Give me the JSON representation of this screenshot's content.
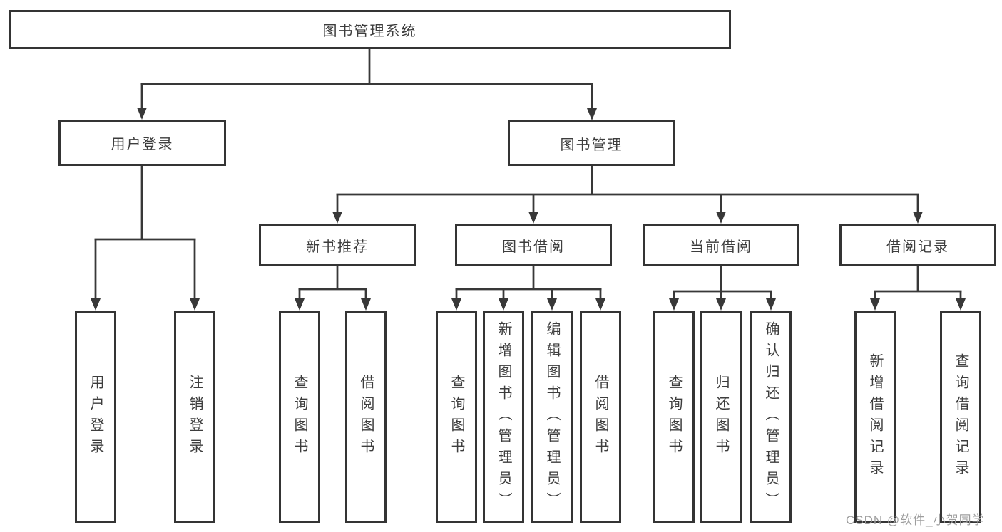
{
  "root": {
    "label": "图书管理系统"
  },
  "level2": [
    {
      "label": "用户登录",
      "parent": "图书管理系统"
    },
    {
      "label": "图书管理",
      "parent": "图书管理系统"
    }
  ],
  "level3": [
    {
      "label": "新书推荐",
      "parent": "图书管理"
    },
    {
      "label": "图书借阅",
      "parent": "图书管理"
    },
    {
      "label": "当前借阅",
      "parent": "图书管理"
    },
    {
      "label": "借阅记录",
      "parent": "图书管理"
    }
  ],
  "level4": [
    {
      "label": "用户登录",
      "parent": "用户登录"
    },
    {
      "label": "注销登录",
      "parent": "用户登录"
    },
    {
      "label": "查询图书",
      "parent": "新书推荐"
    },
    {
      "label": "借阅图书",
      "parent": "新书推荐"
    },
    {
      "label": "查询图书",
      "parent": "图书借阅"
    },
    {
      "label": "新增图书（管理员）",
      "parent": "图书借阅"
    },
    {
      "label": "编辑图书（管理员）",
      "parent": "图书借阅"
    },
    {
      "label": "借阅图书",
      "parent": "图书借阅"
    },
    {
      "label": "查询图书",
      "parent": "当前借阅"
    },
    {
      "label": "归还图书",
      "parent": "当前借阅"
    },
    {
      "label": "确认归还（管理员）",
      "parent": "当前借阅"
    },
    {
      "label": "新增借阅记录",
      "parent": "借阅记录"
    },
    {
      "label": "查询借阅记录",
      "parent": "借阅记录"
    }
  ],
  "watermark": "CSDN @软件_小贺同学",
  "colors": {
    "line": "#383838",
    "box_border": "#343434",
    "text": "#3d3d3d",
    "background": "#ffffff",
    "watermark": "#9e9e9e"
  }
}
